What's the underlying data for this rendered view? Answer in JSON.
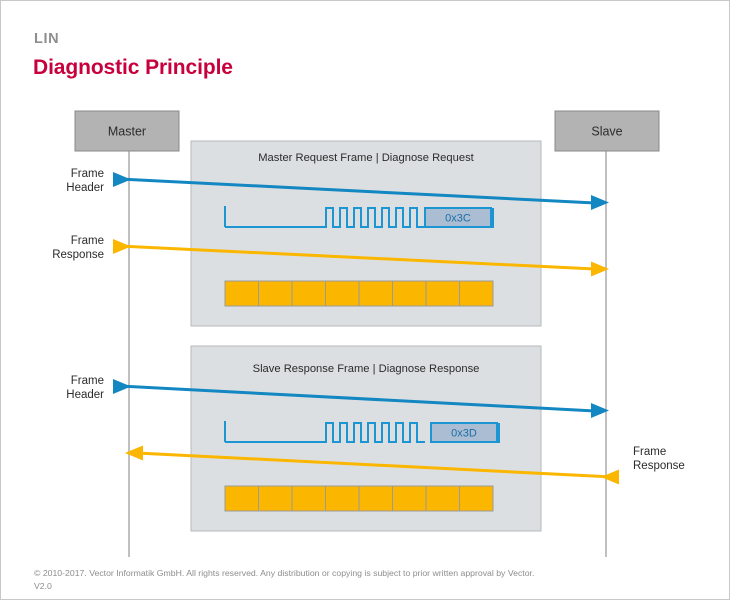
{
  "slide": {
    "eyebrow": "LIN",
    "headline": "Diagnostic Principle",
    "footer_copyright": "© 2010-2017. Vector Informatik GmbH. All rights reserved. Any distribution or copying is subject to prior written approval by Vector.",
    "footer_version": "V2.0"
  },
  "colors": {
    "headline": "#c8003c",
    "eyebrow": "#8e8e8e",
    "node_fill": "#b3b3b3",
    "panel_fill": "#dcdfe1",
    "wave_blue": "#1b96d2",
    "arrow_blue": "#1287c2",
    "arrow_orange": "#fbb600",
    "byte_fill": "#fbb600",
    "pid_fill": "#aabdd2"
  },
  "nodes": {
    "master": "Master",
    "slave": "Slave"
  },
  "frames": [
    {
      "id": "master-request",
      "title": "Master Request Frame | Diagnose Request",
      "pid": "0x3C",
      "sync_pulses": 7,
      "data_bytes": 8,
      "header_label": "Frame\nHeader",
      "header_label_line1": "Frame",
      "header_label_line2": "Header",
      "response_label_line1": "Frame",
      "response_label_line2": "Response",
      "header_direction": "master-to-slave",
      "response_direction": "master-to-slave"
    },
    {
      "id": "slave-response",
      "title": "Slave Response Frame | Diagnose Response",
      "pid": "0x3D",
      "sync_pulses": 7,
      "data_bytes": 8,
      "header_label_line1": "Frame",
      "header_label_line2": "Header",
      "response_label_line1": "Frame",
      "response_label_line2": "Response",
      "header_direction": "master-to-slave",
      "response_direction": "slave-to-master"
    }
  ],
  "labels": {
    "frame_header_1_line1": "Frame",
    "frame_header_1_line2": "Header",
    "frame_response_1_line1": "Frame",
    "frame_response_1_line2": "Response",
    "frame_header_2_line1": "Frame",
    "frame_header_2_line2": "Header",
    "frame_response_2_line1": "Frame",
    "frame_response_2_line2": "Response"
  }
}
